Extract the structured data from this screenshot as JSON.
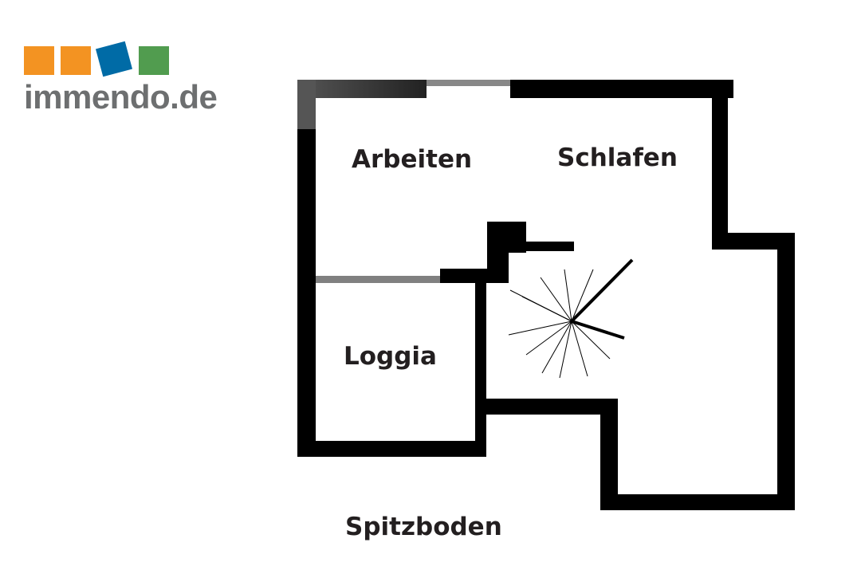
{
  "logo": {
    "text": "immendo.de",
    "colors": [
      "#f39322",
      "#f39322",
      "#006ba6",
      "#519c4f"
    ]
  },
  "rooms": {
    "arbeiten": "Arbeiten",
    "schlafen": "Schlafen",
    "loggia": "Loggia"
  },
  "floor_label": "Spitzboden"
}
